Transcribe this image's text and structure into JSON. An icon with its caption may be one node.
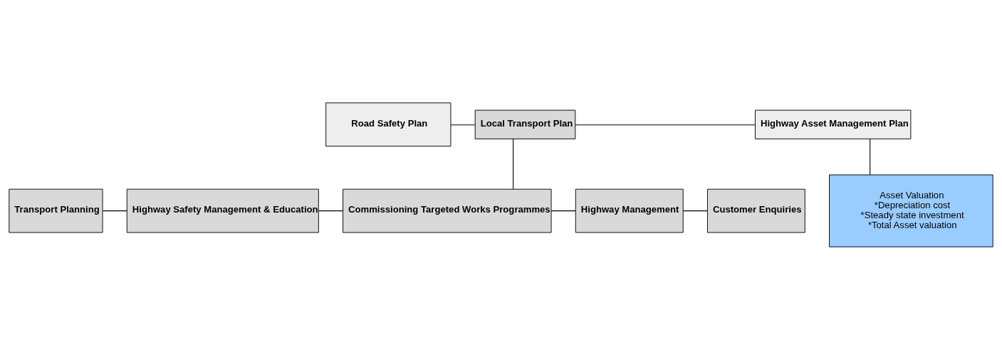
{
  "diagram": {
    "nodes": [
      {
        "text": [
          "Road Safety Plan"
        ]
      },
      {
        "text": [
          "Local Transport Plan"
        ]
      },
      {
        "text": [
          "Highway Asset Management Plan"
        ]
      },
      {
        "text": [
          "Asset Valuation",
          "*Depreciation cost",
          "*Steady state investment",
          "*Total Asset valuation"
        ]
      },
      {
        "text": [
          "Transport Planning"
        ]
      },
      {
        "text": [
          "Highway Safety Management & Education"
        ]
      },
      {
        "text": [
          "Commissioning Targeted Works Programmes"
        ]
      },
      {
        "text": [
          "Highway Management"
        ]
      },
      {
        "text": [
          "Customer Enquiries"
        ]
      }
    ],
    "edges": [
      {
        "from": 0,
        "to": 1,
        "arrow": "none"
      },
      {
        "from": 1,
        "to": 2,
        "arrow": "none"
      },
      {
        "from": 2,
        "to": 3,
        "arrow": "none"
      },
      {
        "from": 1,
        "to": 6,
        "arrow": "none"
      },
      {
        "from": 4,
        "to": 5,
        "arrow": "none"
      },
      {
        "from": 5,
        "to": 6,
        "arrow": "none"
      },
      {
        "from": 6,
        "to": 7,
        "arrow": "none"
      },
      {
        "from": 7,
        "to": 8,
        "arrow": "none"
      }
    ]
  }
}
